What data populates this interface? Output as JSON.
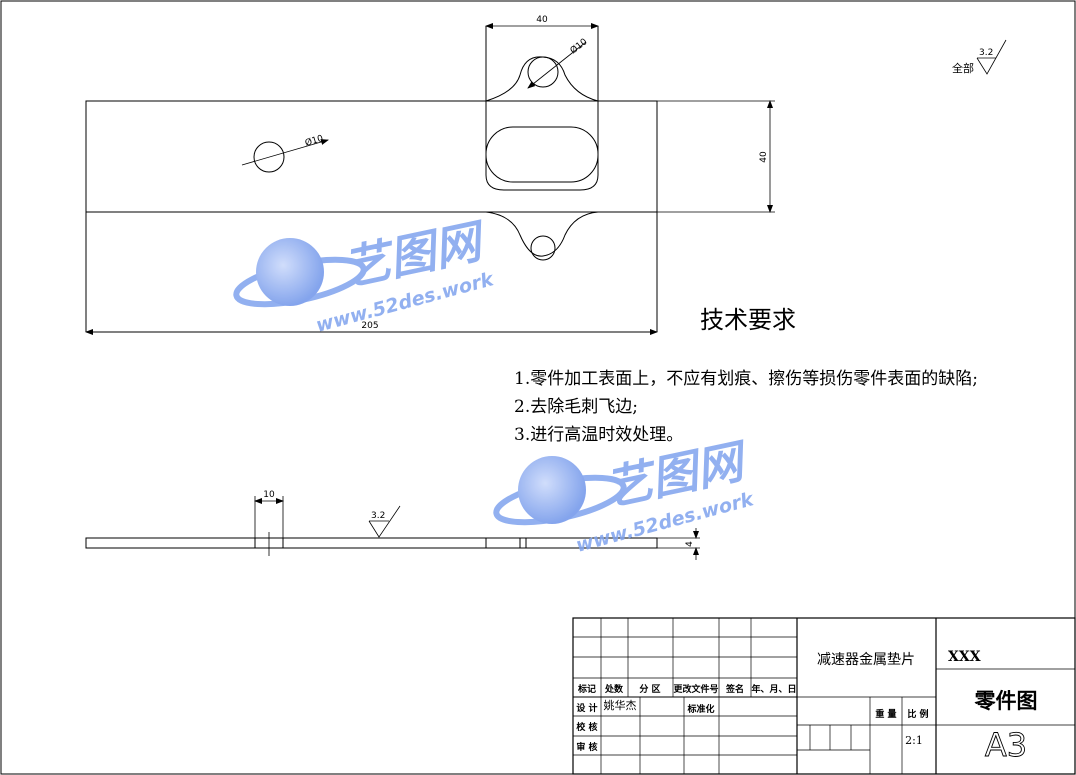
{
  "top_view": {
    "dims": {
      "width_top": "40",
      "hole_top": "Ø10",
      "hole_left": "Ø10",
      "height_right": "40",
      "overall_length": "205"
    }
  },
  "surface_finish": {
    "all_label": "全部",
    "roughness": "3.2"
  },
  "tech_requirements": {
    "title": "技术要求",
    "items": [
      "1.零件加工表面上，不应有划痕、擦伤等损伤零件表面的缺陷;",
      "2.去除毛刺飞边;",
      "3.进行高温时效处理。"
    ]
  },
  "side_view": {
    "dims": {
      "width": "10",
      "thickness": "4"
    },
    "roughness": "3.2"
  },
  "watermark": {
    "brand": "艺图网",
    "url": "www.52des.work"
  },
  "title_block": {
    "headers": [
      "标记",
      "处数",
      "分 区",
      "更改文件号",
      "签名",
      "年、月、日"
    ],
    "design_label": "设 计",
    "designer": "姚华杰",
    "standardize_label": "标准化",
    "check_label": "校 核",
    "review_label": "审 核",
    "part_name": "减速器金属垫片",
    "company": "XXX",
    "drawing_type": "零件图",
    "mass_label": "重 量",
    "scale_label": "比 例",
    "scale": "2:1",
    "paper_size": "A3"
  },
  "colors": {
    "line": "#000000",
    "watermark_blue": "#7fa3ee"
  }
}
